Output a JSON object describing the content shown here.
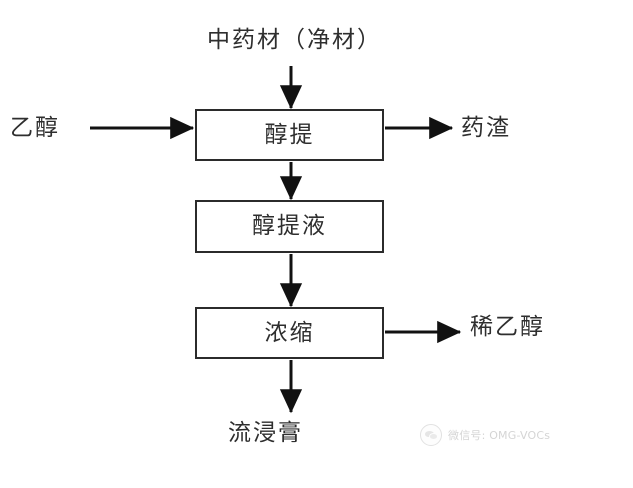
{
  "diagram": {
    "title_label": "中药材（净材）",
    "background_color": "#ffffff",
    "line_color": "#2b2b2b",
    "text_color": "#2e2e2e",
    "boxes": [
      {
        "id": "alcohol-extraction",
        "label": "醇提"
      },
      {
        "id": "extract-liquid",
        "label": "醇提液"
      },
      {
        "id": "concentration",
        "label": "浓缩"
      }
    ],
    "inputs": [
      {
        "id": "ethanol",
        "label": "乙醇"
      }
    ],
    "outputs": [
      {
        "id": "residue",
        "label": "药渣"
      },
      {
        "id": "dilute-ethanol",
        "label": "稀乙醇"
      },
      {
        "id": "fluid-extract",
        "label": "流浸膏"
      }
    ],
    "arrows": [
      {
        "from": "中药材（净材）",
        "to": "醇提",
        "direction": "down"
      },
      {
        "from": "乙醇",
        "to": "醇提",
        "direction": "right"
      },
      {
        "from": "醇提",
        "to": "药渣",
        "direction": "right"
      },
      {
        "from": "醇提",
        "to": "醇提液",
        "direction": "down"
      },
      {
        "from": "醇提液",
        "to": "浓缩",
        "direction": "down"
      },
      {
        "from": "浓缩",
        "to": "稀乙醇",
        "direction": "right"
      },
      {
        "from": "浓缩",
        "to": "流浸膏",
        "direction": "down"
      }
    ]
  },
  "watermark": {
    "text": "微信号: OMG-VOCs",
    "icon": "wechat-circle-icon"
  }
}
